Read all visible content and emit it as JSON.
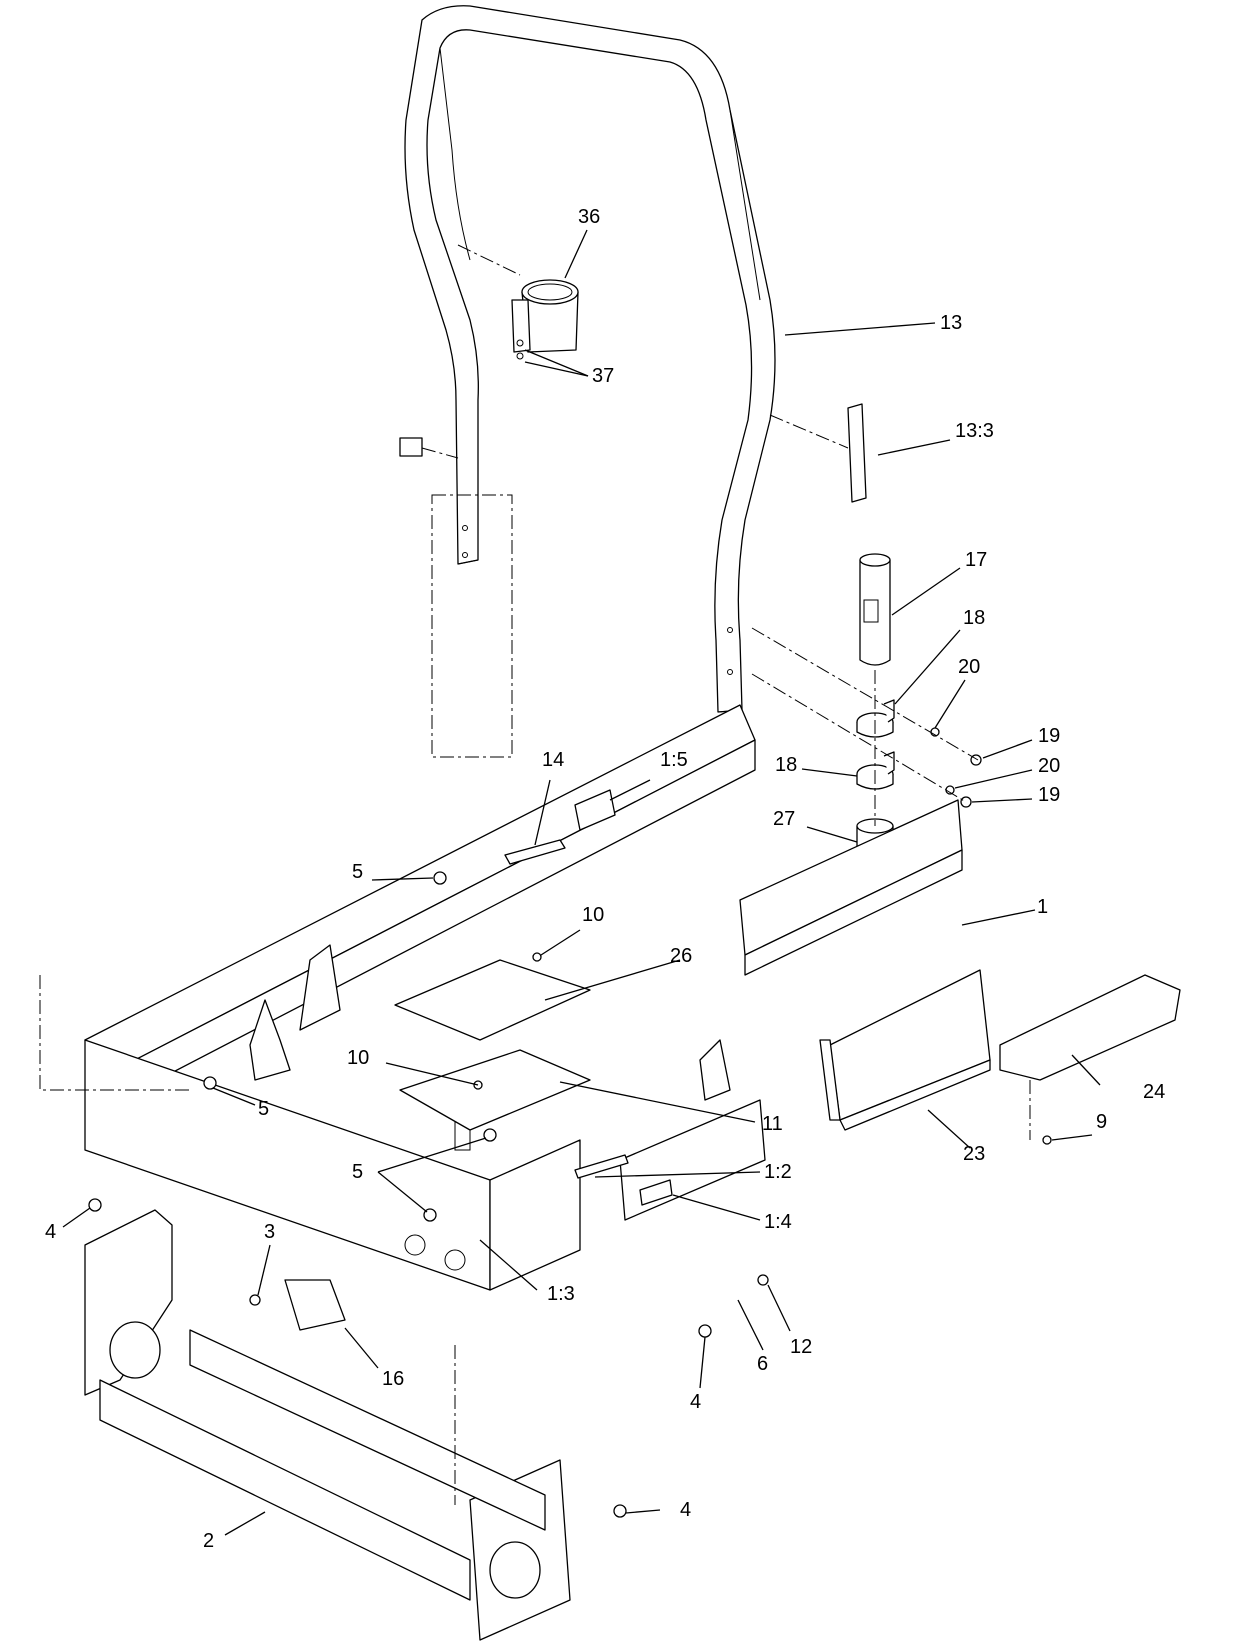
{
  "callouts": [
    "36",
    "13",
    "37",
    "13:3",
    "17",
    "18",
    "20",
    "19",
    "18",
    "20",
    "19",
    "27",
    "14",
    "1:5",
    "5",
    "10",
    "26",
    "1",
    "10",
    "5",
    "11",
    "24",
    "9",
    "23",
    "5",
    "1:2",
    "1:4",
    "4",
    "3",
    "1:3",
    "12",
    "16",
    "6",
    "4",
    "4",
    "2"
  ]
}
